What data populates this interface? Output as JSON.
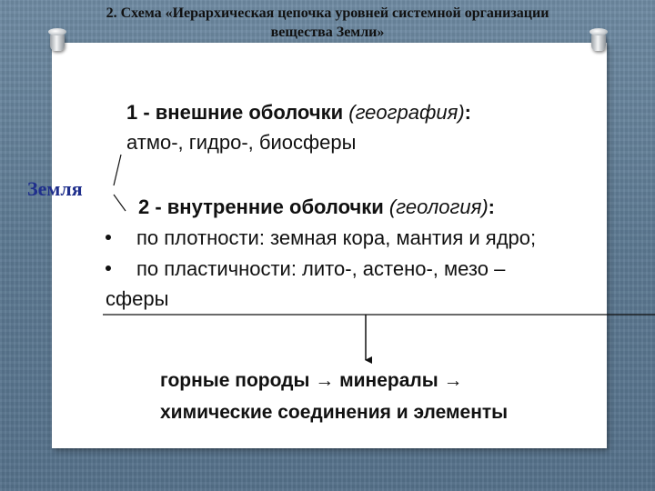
{
  "title": {
    "line1": "2. Схема «Иерархическая цепочка уровней системной организации",
    "line2": "вещества Земли»"
  },
  "earth_label": "Земля",
  "outer": {
    "heading_num": "1 - внешние оболочки ",
    "heading_italic": "(география)",
    "heading_colon": ":",
    "line2": "атмо-, гидро-, биосферы"
  },
  "inner": {
    "heading_num": "2  - внутренние оболочки ",
    "heading_italic": "(геология)",
    "heading_colon": ":",
    "bullets": [
      "по плотности: земная кора, мантия и ядро;",
      "по пластичности: лито-, астено-, мезо –"
    ],
    "continuation": "сферы"
  },
  "chain": {
    "line1": "горные породы → минералы →",
    "line2": "химические соединения и элементы"
  }
}
